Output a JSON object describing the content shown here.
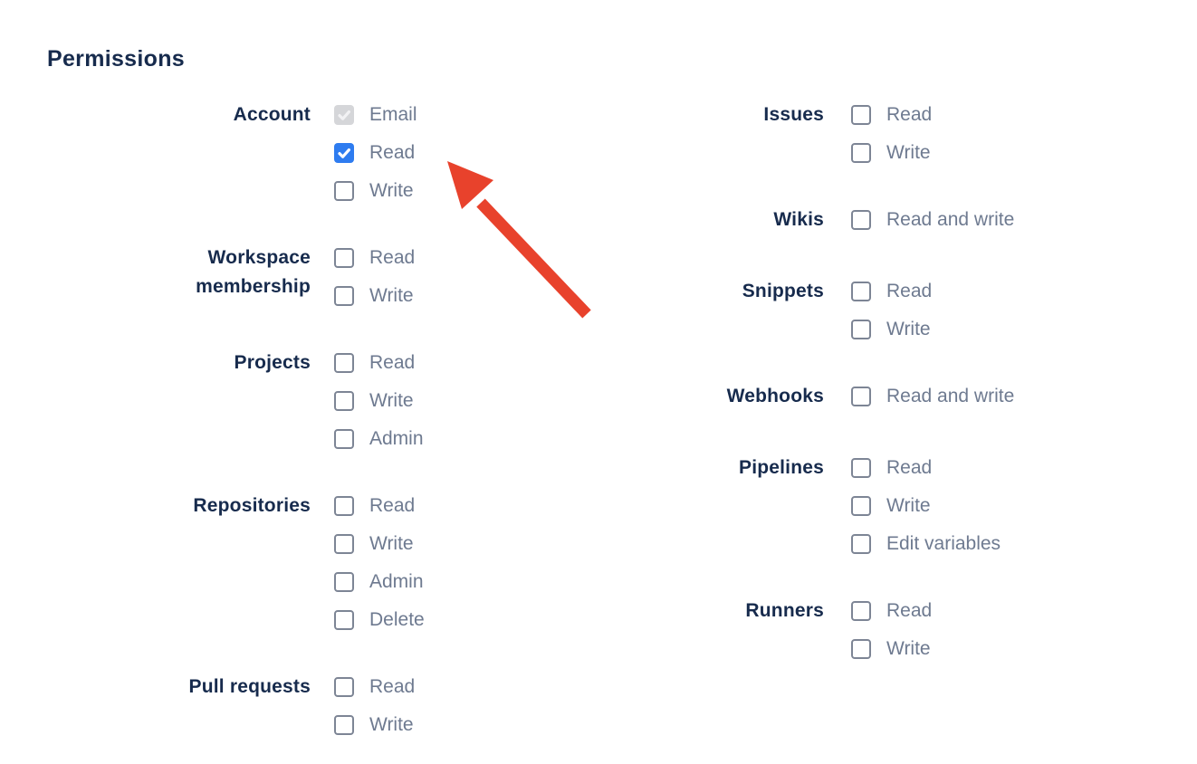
{
  "title": "Permissions",
  "colors": {
    "heading": "#172b4d",
    "group_label": "#172b4d",
    "option_label": "#6e7a90",
    "checkbox_border": "#7d8595",
    "checkbox_checked_bg": "#2e7cf0",
    "checkbox_disabled_bg": "#d5d6d9",
    "checkbox_disabled_check": "#f2f2f4",
    "arrow": "#e8422c"
  },
  "columns": [
    {
      "groups": [
        {
          "label": "Account",
          "options": [
            {
              "label": "Email",
              "checked": true,
              "disabled": true
            },
            {
              "label": "Read",
              "checked": true,
              "disabled": false
            },
            {
              "label": "Write",
              "checked": false,
              "disabled": false
            }
          ]
        },
        {
          "label": "Workspace membership",
          "options": [
            {
              "label": "Read",
              "checked": false,
              "disabled": false
            },
            {
              "label": "Write",
              "checked": false,
              "disabled": false
            }
          ]
        },
        {
          "label": "Projects",
          "options": [
            {
              "label": "Read",
              "checked": false,
              "disabled": false
            },
            {
              "label": "Write",
              "checked": false,
              "disabled": false
            },
            {
              "label": "Admin",
              "checked": false,
              "disabled": false
            }
          ]
        },
        {
          "label": "Repositories",
          "options": [
            {
              "label": "Read",
              "checked": false,
              "disabled": false
            },
            {
              "label": "Write",
              "checked": false,
              "disabled": false
            },
            {
              "label": "Admin",
              "checked": false,
              "disabled": false
            },
            {
              "label": "Delete",
              "checked": false,
              "disabled": false
            }
          ]
        },
        {
          "label": "Pull requests",
          "options": [
            {
              "label": "Read",
              "checked": false,
              "disabled": false
            },
            {
              "label": "Write",
              "checked": false,
              "disabled": false
            }
          ]
        }
      ]
    },
    {
      "groups": [
        {
          "label": "Issues",
          "options": [
            {
              "label": "Read",
              "checked": false,
              "disabled": false
            },
            {
              "label": "Write",
              "checked": false,
              "disabled": false
            }
          ]
        },
        {
          "label": "Wikis",
          "options": [
            {
              "label": "Read and write",
              "checked": false,
              "disabled": false
            }
          ]
        },
        {
          "label": "Snippets",
          "options": [
            {
              "label": "Read",
              "checked": false,
              "disabled": false
            },
            {
              "label": "Write",
              "checked": false,
              "disabled": false
            }
          ]
        },
        {
          "label": "Webhooks",
          "options": [
            {
              "label": "Read and write",
              "checked": false,
              "disabled": false
            }
          ]
        },
        {
          "label": "Pipelines",
          "options": [
            {
              "label": "Read",
              "checked": false,
              "disabled": false
            },
            {
              "label": "Write",
              "checked": false,
              "disabled": false
            },
            {
              "label": "Edit variables",
              "checked": false,
              "disabled": false
            }
          ]
        },
        {
          "label": "Runners",
          "options": [
            {
              "label": "Read",
              "checked": false,
              "disabled": false
            },
            {
              "label": "Write",
              "checked": false,
              "disabled": false
            }
          ]
        }
      ]
    }
  ],
  "annotation": {
    "arrow_color": "#e8422c",
    "arrow_points_to": "Account Read checkbox"
  }
}
